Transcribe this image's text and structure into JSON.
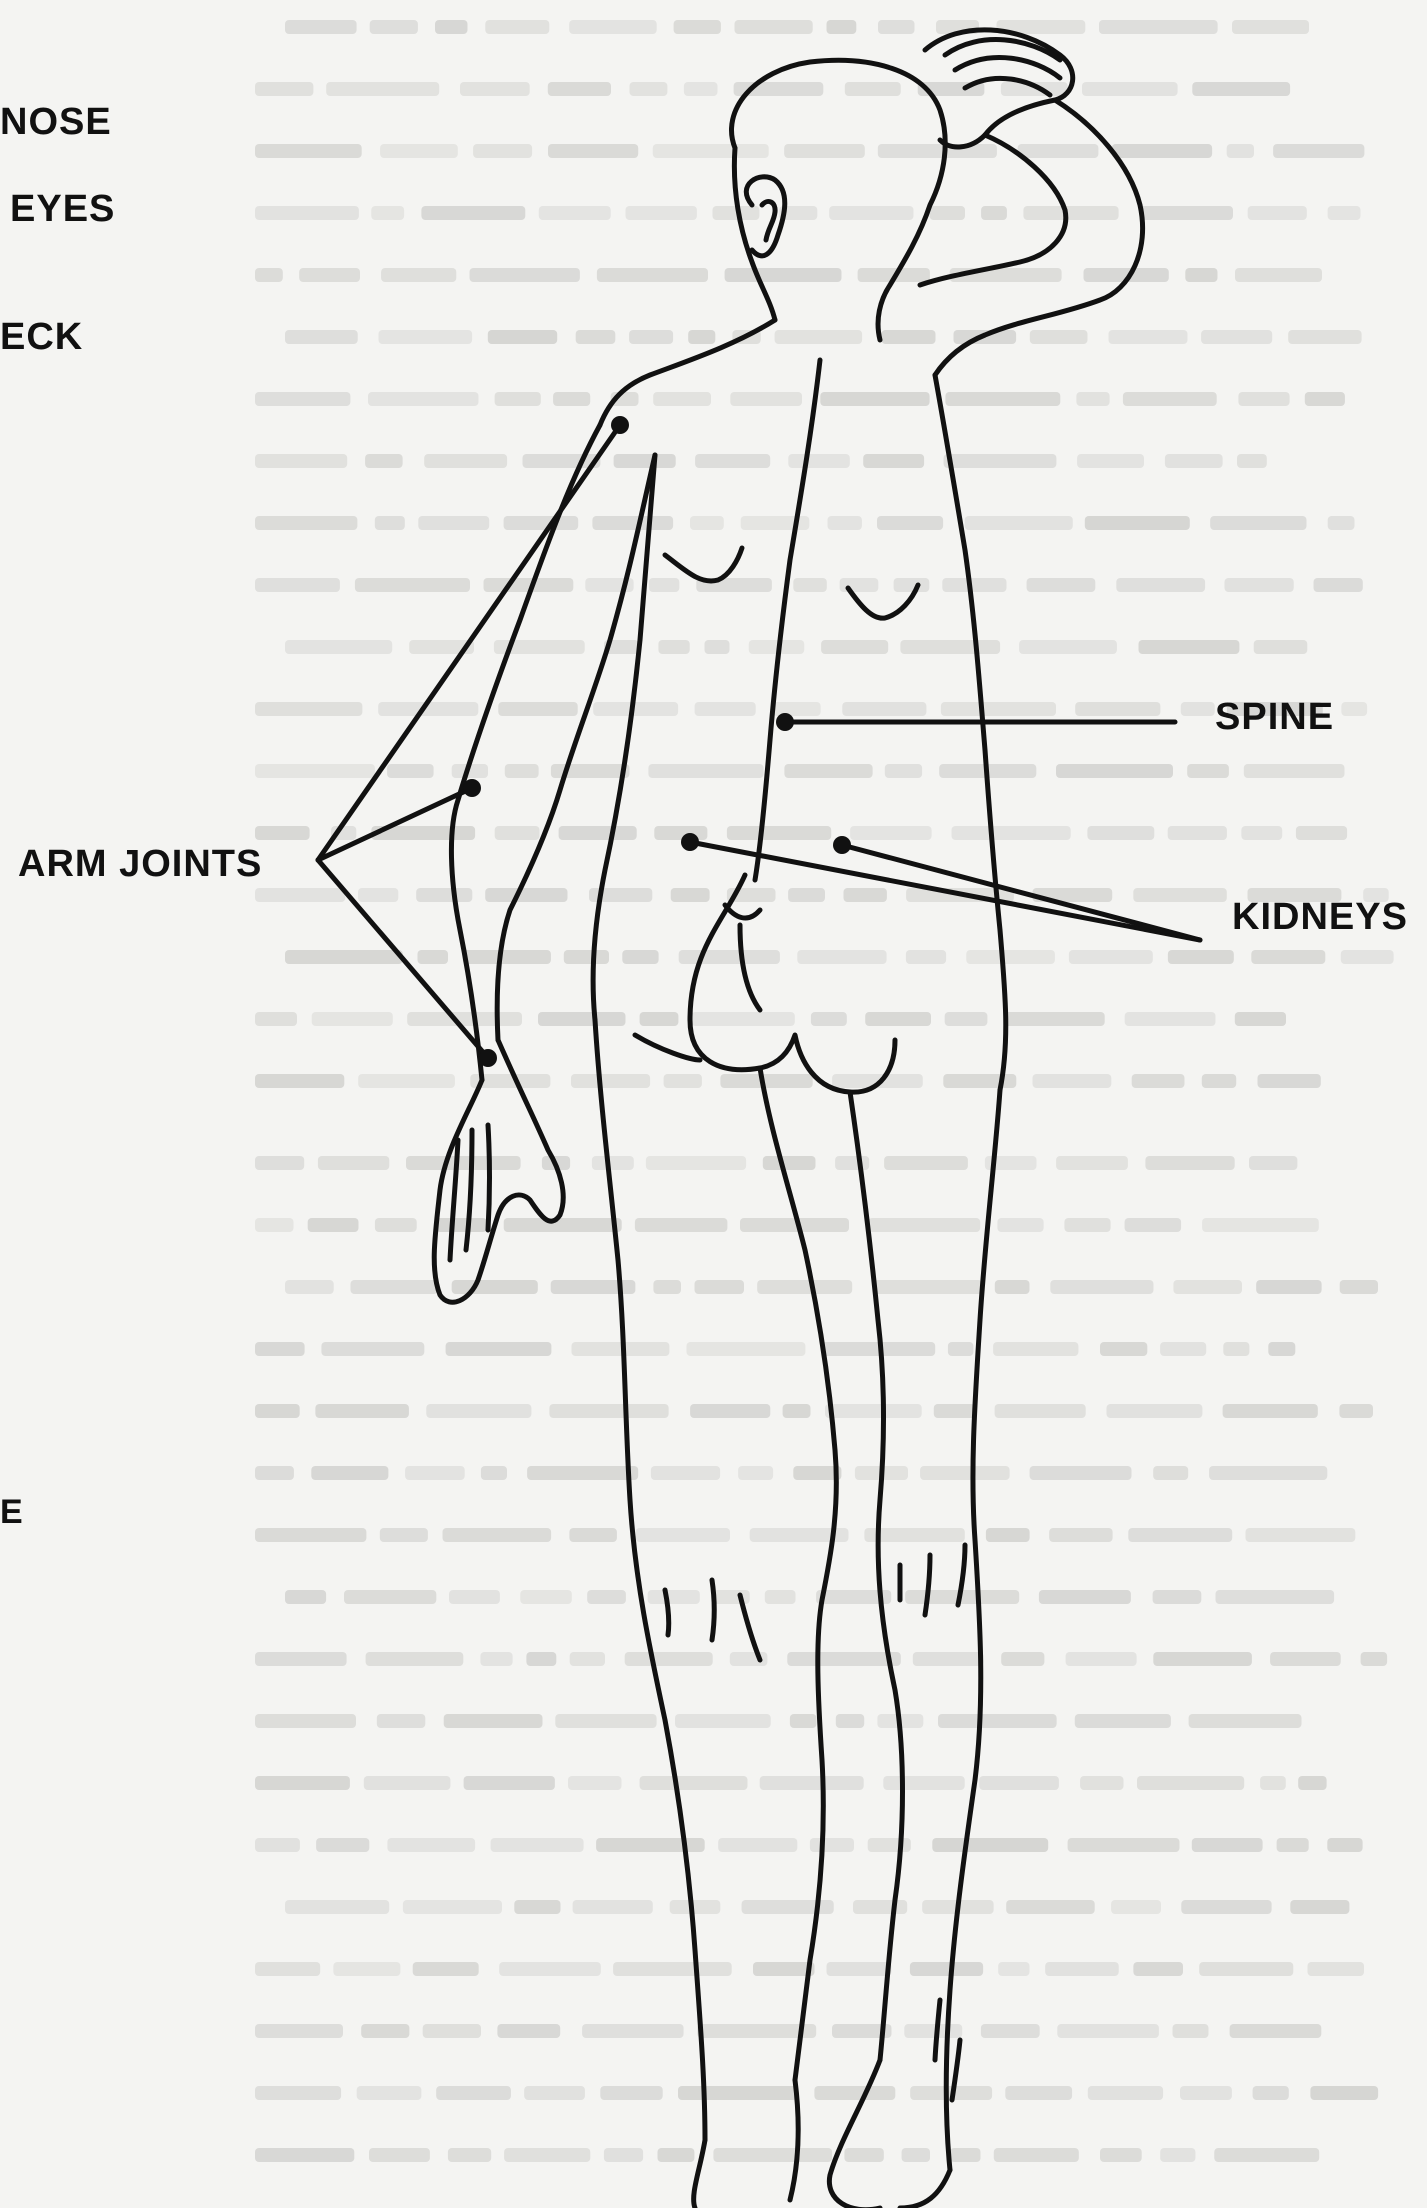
{
  "labels": {
    "nose": "NOSE",
    "eyes": "EYES",
    "neck": "ECK",
    "arm_joints": "ARM JOINTS",
    "spine": "SPINE",
    "kidneys": "KIDNEYS",
    "cut_letter": "E"
  },
  "colors": {
    "ink": "#111111",
    "paper": "#f4f4f2",
    "faded_text": "#c9c9c6"
  }
}
